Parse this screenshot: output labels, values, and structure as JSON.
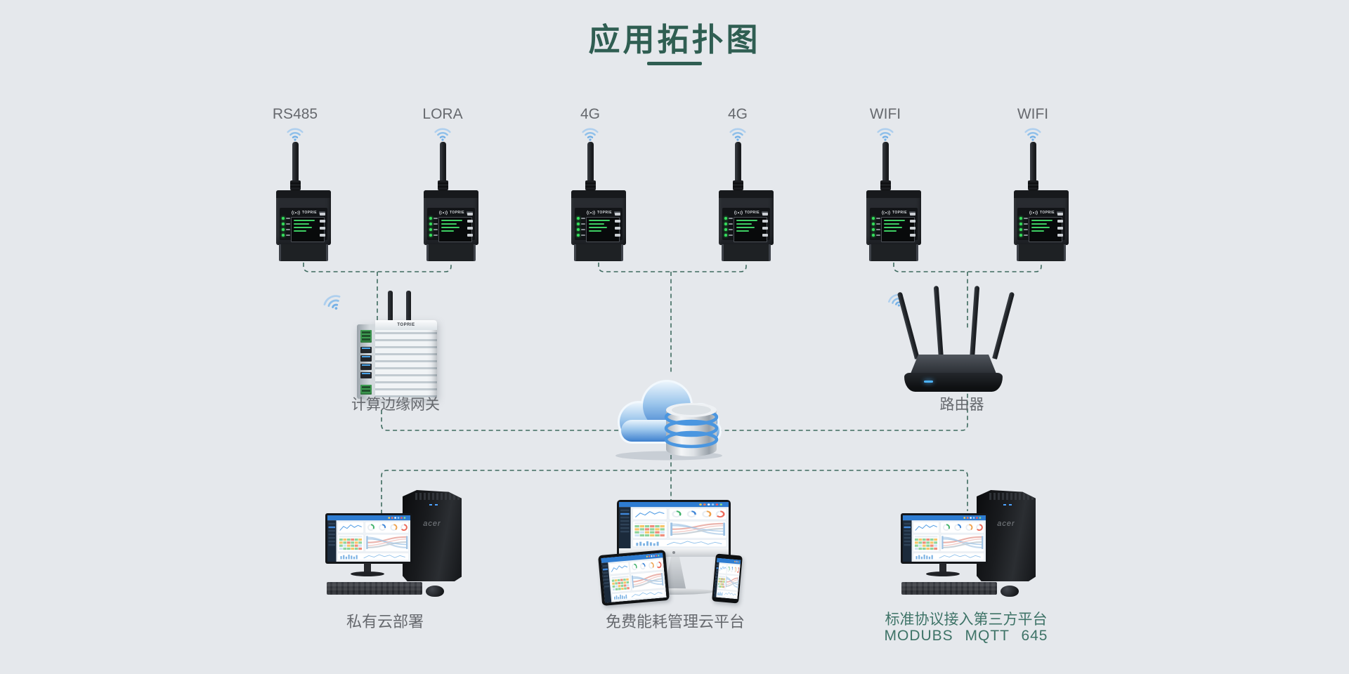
{
  "page": {
    "title": "应用拓扑图"
  },
  "brand": {
    "meter": "TOPRIE",
    "gateway": "TOPRIE",
    "pc": "acer"
  },
  "devices": [
    {
      "label": "RS485"
    },
    {
      "label": "LORA"
    },
    {
      "label": "4G"
    },
    {
      "label": "4G"
    },
    {
      "label": "WIFI"
    },
    {
      "label": "WIFI"
    }
  ],
  "nodes": {
    "gateway_label": "计算边缘网关",
    "router_label": "路由器"
  },
  "platforms": [
    {
      "label": "私有云部署"
    },
    {
      "label": "免费能耗管理云平台"
    },
    {
      "label": "标准协议接入第三方平台",
      "sublabel": "MODUBS  MQTT  645"
    }
  ],
  "colors": {
    "background": "#e5e8ec",
    "accent_teal": "#2f5e52",
    "dashed_line": "#3e6b5f",
    "label_gray": "#66696e",
    "label_teal": "#3e7367",
    "wifi_blue": "#8fc0ea",
    "led_green": "#35e05c"
  }
}
